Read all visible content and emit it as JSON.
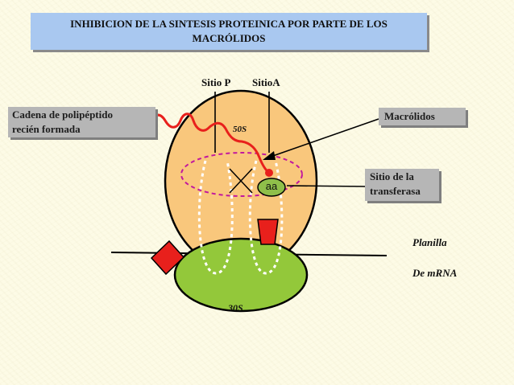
{
  "title": {
    "line1": "INHIBICION DE LA SINTESIS PROTEINICA POR PARTE DE  LOS",
    "line2": "MACRÓLIDOS"
  },
  "labels": {
    "sitio_p": "Sitio P",
    "sitio_a": "SitioA",
    "cadena_line1": "Cadena de polipéptido",
    "cadena_line2": "recién formada",
    "macrolidos": "Macrólidos",
    "subunit_50s": "50S",
    "subunit_30s": "30S",
    "aa": "aa",
    "transferasa_line1": "Sitio de la",
    "transferasa_line2": "transferasa",
    "planilla": "Planilla",
    "mrna": "De mRNA"
  },
  "colors": {
    "title_bg": "#a9c8f0",
    "subunit_50s": "#f9c77c",
    "subunit_30s": "#93c83a",
    "aa": "#8fbf4a",
    "red": "#e8201c",
    "label_box": "#b6b6b6",
    "background": "#fdfbe6"
  }
}
